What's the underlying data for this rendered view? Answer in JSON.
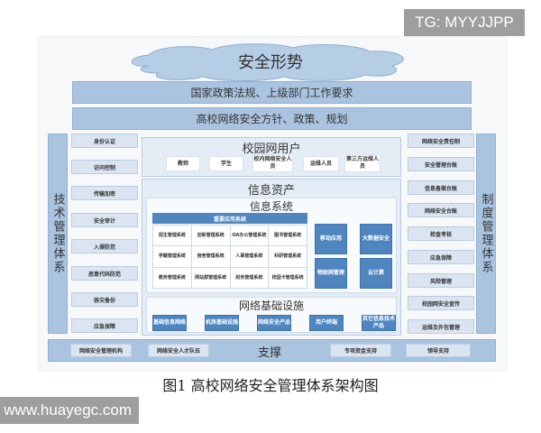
{
  "watermarks": {
    "top_right": "TG: MYYJJPP",
    "bottom_left": "www.huayegc.com"
  },
  "diagram": {
    "cloud": "安全形势",
    "band_1": "国家政策法规、上级部门工作要求",
    "band_2": "高校网络安全方针、政策、规划",
    "left_column": {
      "title": "技术管理体系",
      "items": [
        "身份认证",
        "访问控制",
        "传输加密",
        "安全审计",
        "入侵防范",
        "恶意代码防范",
        "容灾备份",
        "应急保障"
      ]
    },
    "right_column": {
      "title": "制度管理体系",
      "items": [
        "网络安全责任制",
        "安全管理台账",
        "信息备案台账",
        "网络安全台账",
        "检查考核",
        "应急保障",
        "风险管理",
        "校园网安全宣传",
        "运维及外包管理"
      ]
    },
    "campus_users": {
      "title": "校园网用户",
      "items": [
        "教师",
        "学生",
        "校内网络安全人员",
        "运维人员",
        "第三方运维人员"
      ]
    },
    "info_assets": {
      "title": "信息资产"
    },
    "info_systems": {
      "title": "信息系统",
      "grid_header": "重要应用系统",
      "grid": [
        "招生管理系统",
        "迎新管理系统",
        "OA办公管理系统",
        "图书管理系统",
        "学籍管理系统",
        "宿舍管理系统",
        "人事管理系统",
        "科研管理系统",
        "教务管理系统",
        "网站群管理系统",
        "财务管理系统",
        "校园卡管理系统"
      ],
      "blue_boxes": [
        "移动应用",
        "大数据安全",
        "物联网管理",
        "云计算"
      ]
    },
    "network_infra": {
      "title": "网络基础设施",
      "items": [
        "基础信息网络",
        "机房基础设施",
        "网络安全产品",
        "用户终端",
        "其它信息技术产品"
      ]
    },
    "support": {
      "title": "支撑",
      "items": [
        "网络安全管理机构",
        "网络安全人才队伍",
        "专项资金支持",
        "领导支持"
      ]
    },
    "caption": "图1  高校网络安全管理体系架构图"
  }
}
